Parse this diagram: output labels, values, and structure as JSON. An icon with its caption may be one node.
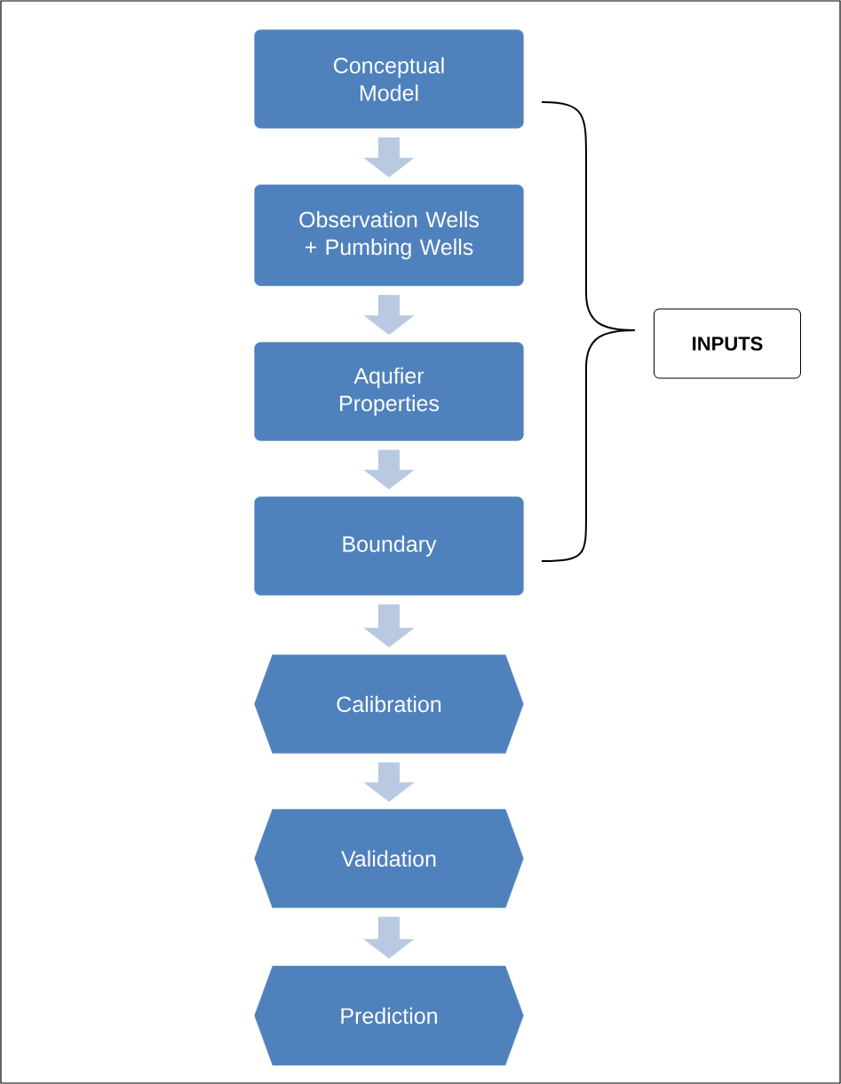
{
  "diagram": {
    "nodes": [
      {
        "text": [
          "Conceptual Model"
        ]
      },
      {
        "text": [
          "Observation Wells + Pumbing Wells"
        ]
      },
      {
        "text": [
          "Aqufier Properties"
        ]
      },
      {
        "text": [
          "Boundary"
        ]
      },
      {
        "text": [
          "Calibration"
        ]
      },
      {
        "text": [
          "Validation"
        ]
      },
      {
        "text": [
          "Prediction"
        ]
      },
      {
        "text": [
          "INPUTS"
        ]
      }
    ],
    "edges": [
      {
        "from": 0,
        "to": 1,
        "arrow": "to"
      },
      {
        "from": 1,
        "to": 2,
        "arrow": "to"
      },
      {
        "from": 2,
        "to": 3,
        "arrow": "to"
      },
      {
        "from": 3,
        "to": 4,
        "arrow": "to"
      },
      {
        "from": 4,
        "to": 5,
        "arrow": "to"
      },
      {
        "from": 5,
        "to": 6,
        "arrow": "to"
      }
    ]
  }
}
